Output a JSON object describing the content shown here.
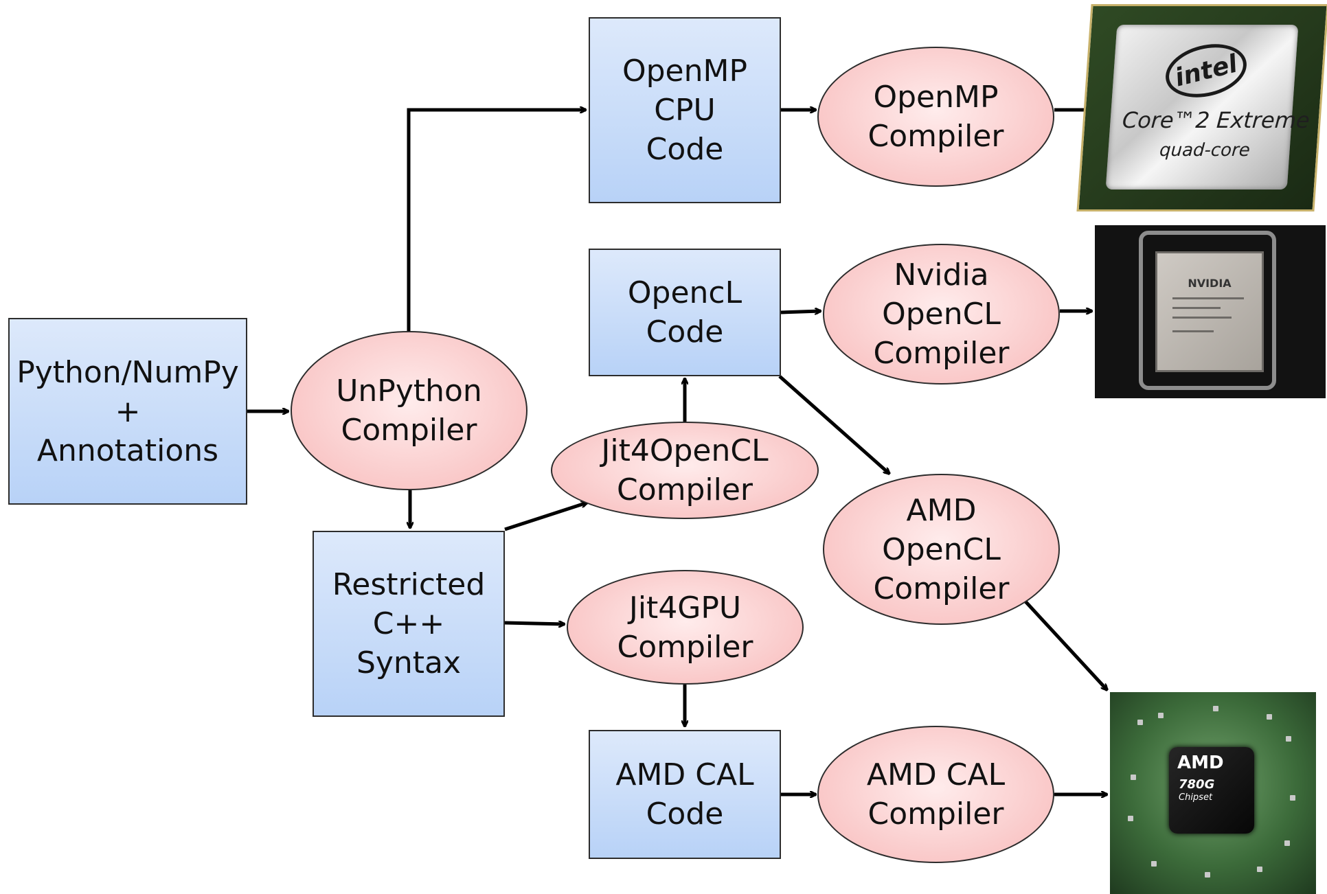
{
  "nodes": {
    "python_numpy": [
      "Python/NumPy",
      "+",
      "Annotations"
    ],
    "unpython": [
      "UnPython",
      "Compiler"
    ],
    "openmp_code": [
      "OpenMP",
      "CPU",
      "Code"
    ],
    "openmp_compiler": [
      "OpenMP",
      "Compiler"
    ],
    "opencl_code": [
      "OpencL",
      "Code"
    ],
    "nvidia_compiler": [
      "Nvidia",
      "OpenCL",
      "Compiler"
    ],
    "jit4opencl": [
      "Jit4OpenCL",
      "Compiler"
    ],
    "restricted_cpp": [
      "Restricted",
      "C++",
      "Syntax"
    ],
    "jit4gpu": [
      "Jit4GPU",
      "Compiler"
    ],
    "amd_opencl": [
      "AMD",
      "OpenCL",
      "Compiler"
    ],
    "amd_cal_code": [
      "AMD CAL",
      "Code"
    ],
    "amd_cal_compiler": [
      "AMD CAL",
      "Compiler"
    ]
  },
  "images": {
    "intel": {
      "logo": "intel",
      "line1": "Core™2 Extreme",
      "line2": "quad-core"
    },
    "nvidia": {
      "logo": "NVIDIA"
    },
    "amd": {
      "logo": "AMD",
      "model": "780G",
      "label": "Chipset"
    }
  },
  "colors": {
    "box_fill_top": "#dde9fb",
    "box_fill_bottom": "#b8d2f7",
    "ellipse_fill": "#f9c6c6",
    "arrow": "#000000"
  }
}
